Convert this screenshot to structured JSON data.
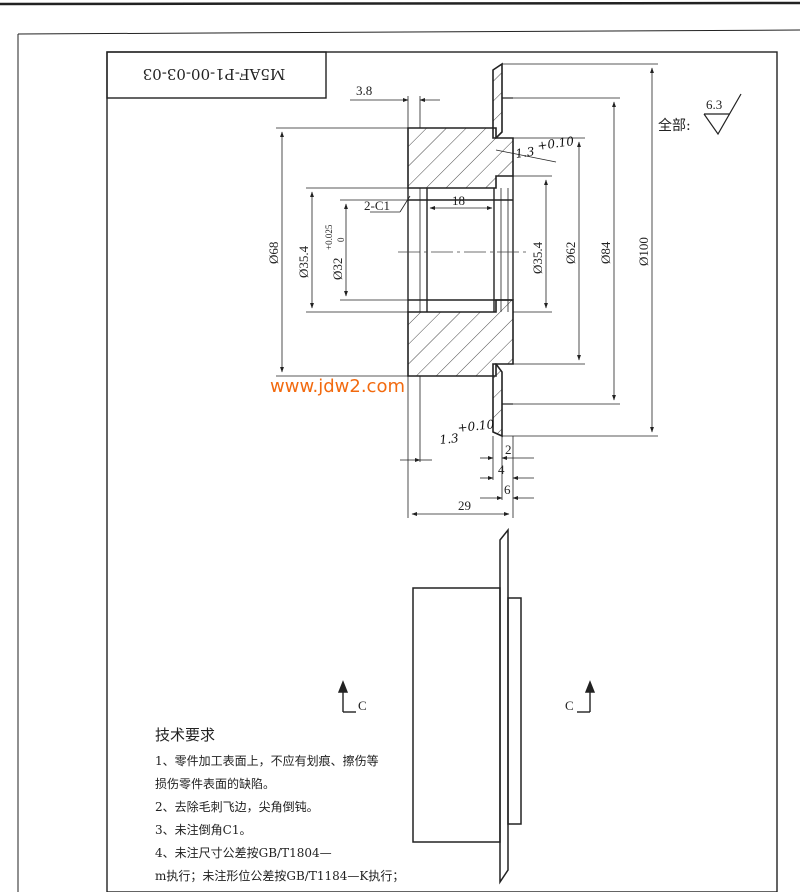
{
  "drawing_number": "M5AF-P1-00-03-03",
  "surface_finish": {
    "label": "全部:",
    "value": "6.3"
  },
  "dimensions": {
    "chamfer_width": "3.8",
    "chamfer_note": "2-C1",
    "bore_length": "18",
    "d68": "Ø68",
    "d35_left": "Ø35.4",
    "d32": "Ø32",
    "d32_tol_upper": "+0.025",
    "d32_tol_lower": "0",
    "d35_right": "Ø35.4",
    "d62": "Ø62",
    "d84": "Ø84",
    "d100": "Ø100",
    "groove_top_value": "1.3",
    "groove_top_tol": "+0.10",
    "groove_bottom_value": "1.3",
    "groove_bottom_tol": "+0.10",
    "step_2": "2",
    "step_4": "4",
    "step_6": "6",
    "overall_29": "29"
  },
  "section": {
    "left_label": "C",
    "right_label": "C"
  },
  "watermark": "www.jdw2.com",
  "notes": {
    "title": "技术要求",
    "lines": [
      "1、零件加工表面上，不应有划痕、擦伤等",
      "损伤零件表面的缺陷。",
      "2、去除毛刺飞边，尖角倒钝。",
      "3、未注倒角C1。",
      "4、未注尺寸公差按GB/T1804—",
      "m执行；未注形位公差按GB/T1184—K执行；"
    ]
  }
}
